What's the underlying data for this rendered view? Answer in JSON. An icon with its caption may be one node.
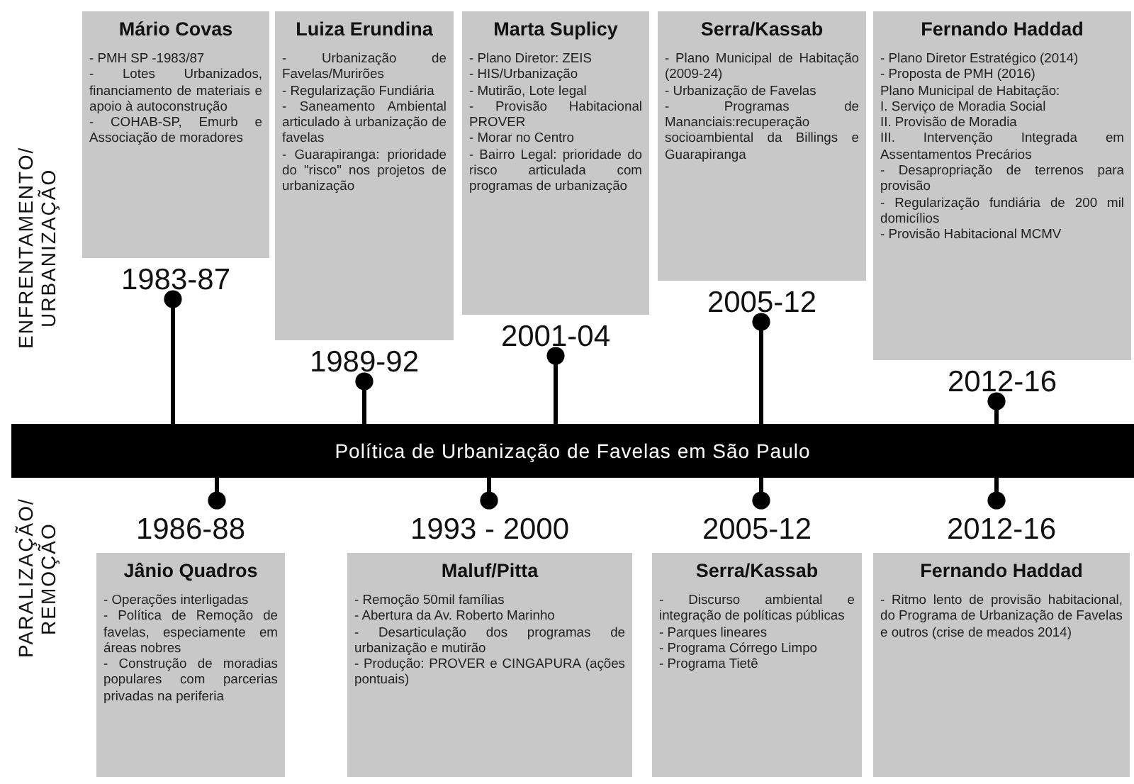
{
  "diagram": {
    "nodes": [
      {
        "text": [
          "Mário Covas",
          "- PMH SP -1983/87",
          "- Lotes Urbanizados, financiamento de materiais e apoio à autoconstrução",
          "- COHAB-SP, Emurb e Associação de moradores"
        ],
        "beside": [
          "1983-87"
        ]
      },
      {
        "text": [
          "Luiza Erundina",
          "- Urbanização de Favelas/Murirões",
          "- Regularização Fundiária",
          "- Saneamento Ambiental articulado à urbanização de favelas",
          "- Guarapiranga: prioridade do \"risco\" nos projetos de urbanização"
        ],
        "beside": [
          "1989-92"
        ]
      },
      {
        "text": [
          "Marta Suplicy",
          "- Plano Diretor: ZEIS",
          "- HIS/Urbanização",
          "- Mutirão, Lote legal",
          "- Provisão Habitacional PROVER",
          "- Morar no Centro",
          "- Bairro Legal: prioridade do risco articulada com programas de urbanização"
        ],
        "beside": [
          "2001-04"
        ]
      },
      {
        "text": [
          "Serra/Kassab",
          "- Plano Municipal de Habitação (2009-24)",
          "- Urbanização de Favelas",
          "- Programas de Mananciais:recuperação socioambiental da Billings e Guarapiranga"
        ],
        "beside": [
          "2005-12"
        ]
      },
      {
        "text": [
          "Fernando Haddad",
          "- Plano Diretor Estratégico (2014)",
          "- Proposta de PMH (2016)",
          "Plano Municipal de Habitação:",
          "I. Serviço de Moradia Social",
          "II. Provisão de Moradia",
          "III. Intervenção Integrada em Assentamentos Precários",
          "- Desapropriação de terrenos para provisão",
          "- Regularização fundiária de 200 mil domicílios",
          "- Provisão Habitacional MCMV"
        ],
        "beside": [
          "2012-16"
        ]
      },
      {
        "text": [
          "Política de Urbanização de Favelas em São Paulo"
        ]
      },
      {
        "text": [
          "Jânio Quadros",
          "- Operações interligadas",
          "- Política de Remoção de favelas, especiamente em áreas nobres",
          "- Construção de moradias populares com parcerias privadas na periferia"
        ],
        "beside": [
          "1986-88"
        ]
      },
      {
        "text": [
          "Maluf/Pitta",
          "- Remoção 50mil famílias",
          "- Abertura da Av. Roberto Marinho",
          "- Desarticulação dos programas de urbanização e mutirão",
          "- Produção: PROVER e CINGAPURA (ações pontuais)"
        ],
        "beside": [
          "1993 - 2000"
        ]
      },
      {
        "text": [
          "Serra/Kassab",
          "- Discurso ambiental e integração de políticas públicas",
          "- Parques lineares",
          "- Programa Córrego Limpo",
          "- Programa Tietê"
        ],
        "beside": [
          "2005-12"
        ]
      },
      {
        "text": [
          "Fernando Haddad",
          "- Ritmo lento de provisão habitacional, do Programa de Urbanização de Favelas e outros (crise de meados 2014)"
        ],
        "beside": [
          "2012-16"
        ]
      }
    ],
    "edges": [
      {
        "from": 0,
        "to": 5,
        "arrow": "other"
      },
      {
        "from": 1,
        "to": 5,
        "arrow": "other"
      },
      {
        "from": 2,
        "to": 5,
        "arrow": "other"
      },
      {
        "from": 3,
        "to": 5,
        "arrow": "other"
      },
      {
        "from": 4,
        "to": 5,
        "arrow": "other"
      },
      {
        "from": 6,
        "to": 5,
        "arrow": "other"
      },
      {
        "from": 7,
        "to": 5,
        "arrow": "other"
      },
      {
        "from": 8,
        "to": 5,
        "arrow": "other"
      },
      {
        "from": 9,
        "to": 5,
        "arrow": "other"
      }
    ],
    "labels": [
      "ENFRENTAMENTO/ URBANIZAÇÃO",
      "PARALIZAÇÃO/ REMOÇÃO"
    ]
  }
}
